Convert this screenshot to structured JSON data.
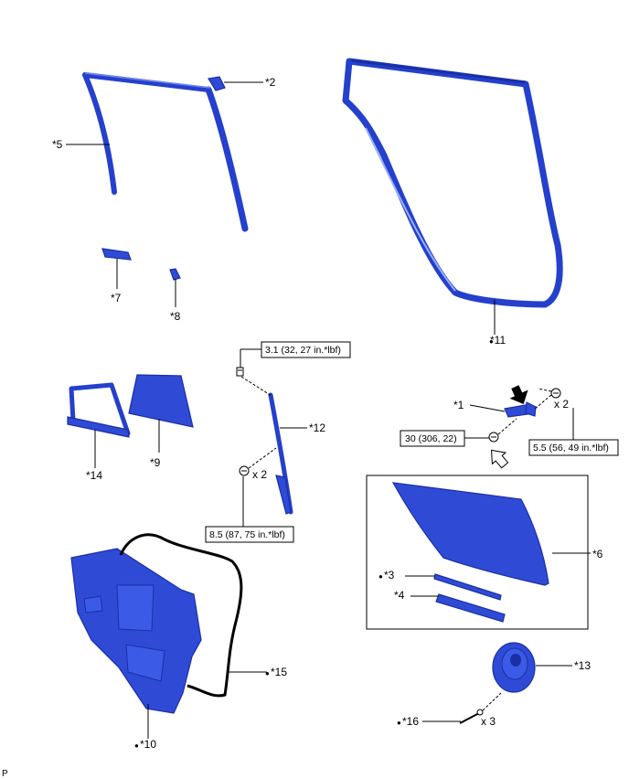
{
  "labels": {
    "p1": "*1",
    "p2": "*2",
    "p3": "*3",
    "p4": "*4",
    "p5": "*5",
    "p6": "*6",
    "p7": "*7",
    "p8": "*8",
    "p9": "*9",
    "p10": "*10",
    "p11": "*11",
    "p12": "*12",
    "p13": "*13",
    "p14": "*14",
    "p15": "*15",
    "p16": "*16"
  },
  "torque": {
    "t1": "3.1 (32, 27 in.*lbf)",
    "t2": "8.5 (87, 75 in.*lbf)",
    "t3": "30 (306, 22)",
    "t4": "5.5 (56, 49 in.*lbf)"
  },
  "quantity": {
    "q12": "x 2",
    "q1": "x 2",
    "q16": "x 3"
  },
  "bullet": "●",
  "corner_code": "P",
  "colors": {
    "part_blue": "#2f4bd6",
    "seal_blue": "#2440cc",
    "line_black": "#000000"
  }
}
